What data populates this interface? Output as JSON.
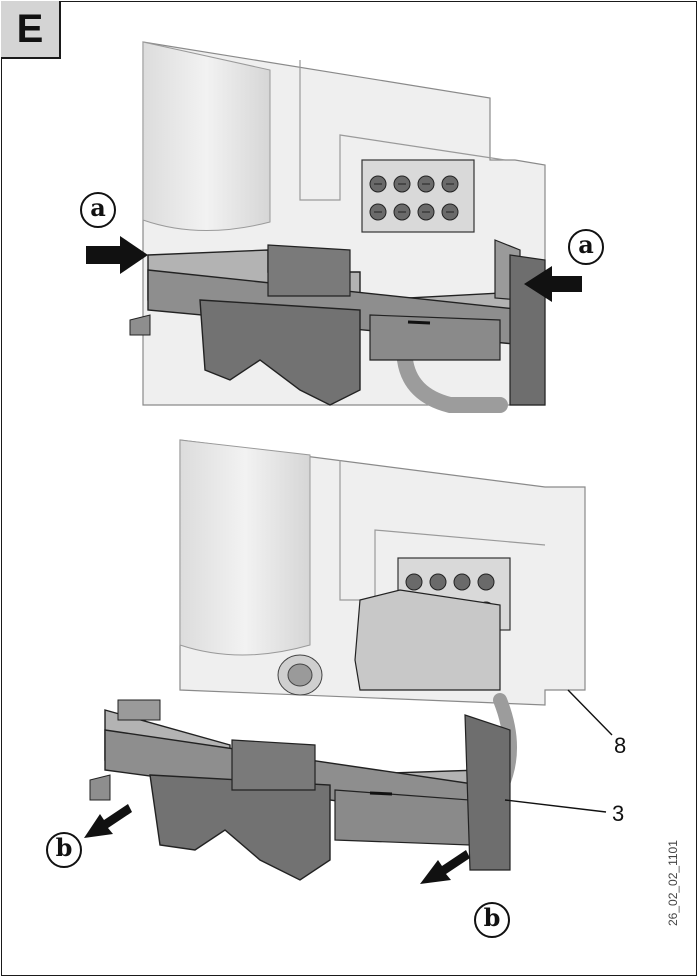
{
  "figure": {
    "panel_letter": "E",
    "label_a": "a",
    "label_b": "b",
    "callout_8": "8",
    "callout_3": "3",
    "document_number": "26_02_02_1101"
  },
  "colors": {
    "housing": "#ececec",
    "cover_dark": "#6f6f6f",
    "cover_mid": "#8e8e8e",
    "cover_light": "#b0b0b0",
    "terminal": "#d8d8d8",
    "arrow": "#111111"
  },
  "icons": [
    "arrow-right-icon",
    "arrow-left-icon",
    "arrow-down-left-icon"
  ]
}
